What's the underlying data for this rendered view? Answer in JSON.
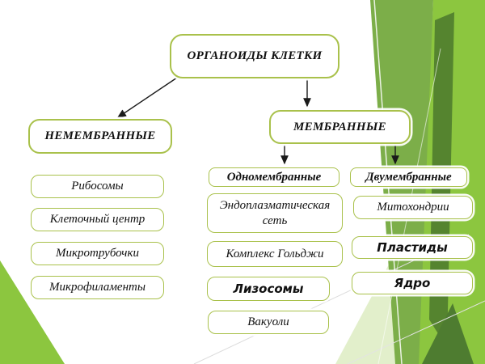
{
  "diagram": {
    "title": "ОРГАНОИДЫ КЛЕТКИ",
    "nonmembrane": {
      "label": "НЕМЕМБРАННЫЕ",
      "items": [
        "Рибосомы",
        "Клеточный центр",
        "Микротрубочки",
        "Микрофиламенты"
      ]
    },
    "membrane": {
      "label": "МЕМБРАННЫЕ",
      "single": {
        "label": "Одномембранные",
        "items": [
          "Эндоплазматическая сеть",
          "Комплекс Гольджи",
          "Лизосомы",
          "Вакуоли"
        ]
      },
      "double": {
        "label": "Двумембранные",
        "items": [
          "Митохондрии",
          "Пластиды",
          "Ядро"
        ]
      }
    }
  },
  "colors": {
    "box_border": "#a9c14b",
    "lime": "#8cc63f",
    "medium_green": "#7cae49",
    "dark_green": "#55842f",
    "pale_green": "#e2efcb",
    "arrow": "#1a1a1a"
  }
}
